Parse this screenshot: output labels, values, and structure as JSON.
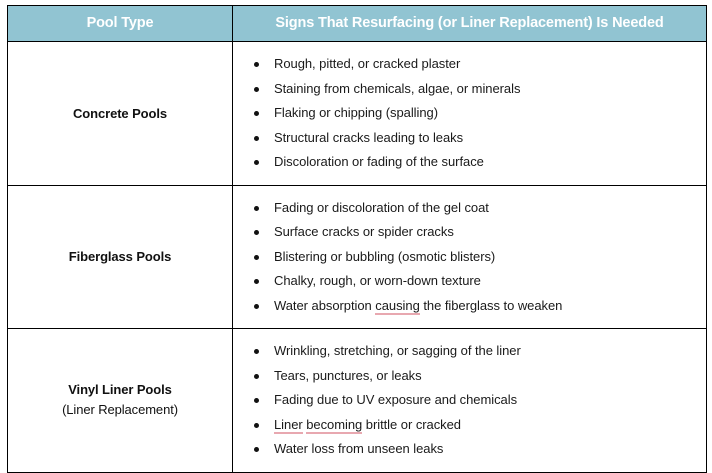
{
  "document": {
    "title": "Pool Resurfacing Signs Table",
    "header_bg_color": "#91c4d2",
    "header_text_color": "#ffffff",
    "border_color": "#000000",
    "spellcheck_underline_color": "#e8a8b0"
  },
  "table": {
    "columns": [
      {
        "id": "pool-type",
        "label": "Pool Type"
      },
      {
        "id": "signs",
        "label": "Signs That Resurfacing (or Liner Replacement) Is Needed"
      }
    ],
    "rows": [
      {
        "type_name": "Concrete Pools",
        "type_sub": "",
        "signs": [
          {
            "text": "Rough, pitted, or cracked plaster",
            "underlined": []
          },
          {
            "text": "Staining from chemicals, algae, or minerals",
            "underlined": []
          },
          {
            "text": "Flaking or chipping (spalling)",
            "underlined": []
          },
          {
            "text": "Structural cracks leading to leaks",
            "underlined": []
          },
          {
            "text": "Discoloration or fading of the surface",
            "underlined": []
          }
        ]
      },
      {
        "type_name": "Fiberglass Pools",
        "type_sub": "",
        "signs": [
          {
            "text": "Fading or discoloration of the gel coat",
            "underlined": []
          },
          {
            "text": "Surface cracks or spider cracks",
            "underlined": []
          },
          {
            "text": "Blistering or bubbling (osmotic blisters)",
            "underlined": []
          },
          {
            "text": "Chalky, rough, or worn-down texture",
            "underlined": []
          },
          {
            "text": "Water absorption causing the fiberglass to weaken",
            "underlined": [
              "causing"
            ]
          }
        ]
      },
      {
        "type_name": "Vinyl Liner Pools",
        "type_sub": "(Liner Replacement)",
        "signs": [
          {
            "text": "Wrinkling, stretching, or sagging of the liner",
            "underlined": []
          },
          {
            "text": "Tears, punctures, or leaks",
            "underlined": []
          },
          {
            "text": "Fading due to UV exposure and chemicals",
            "underlined": []
          },
          {
            "text": "Liner becoming brittle or cracked",
            "underlined": [
              "Liner",
              "becoming"
            ]
          },
          {
            "text": "Water loss from unseen leaks",
            "underlined": []
          }
        ]
      }
    ]
  }
}
